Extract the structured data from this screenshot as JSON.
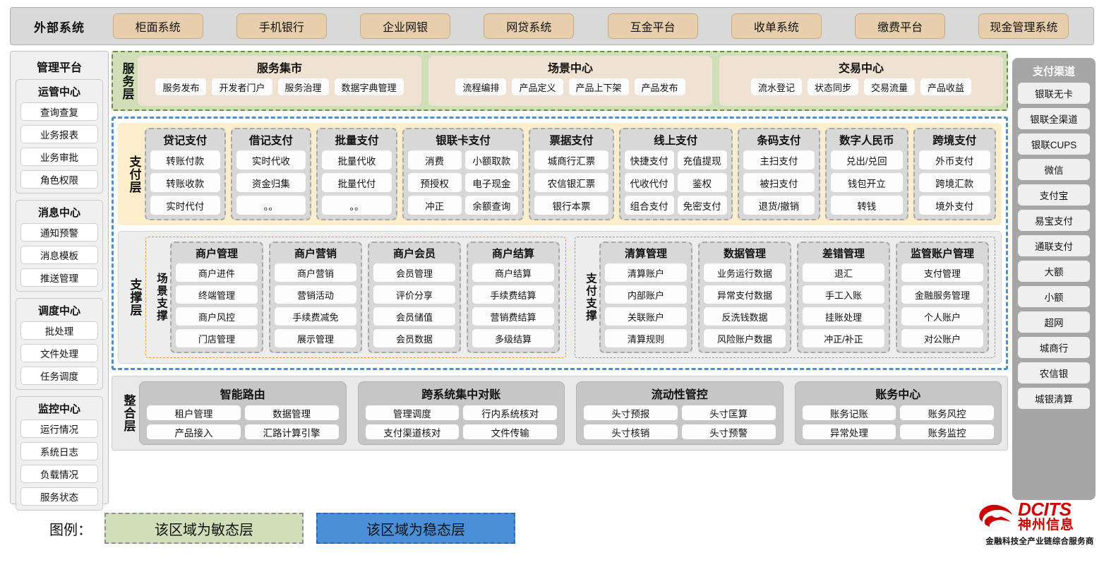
{
  "colors": {
    "agile_green": "#cfe0b8",
    "stable_blue": "#4a90d9",
    "external_chip": "#e7cfae",
    "pay_layer_bg": "#fdeecb",
    "brand_red": "#cc0000"
  },
  "external": {
    "label": "外部系统",
    "items": [
      "柜面系统",
      "手机银行",
      "企业网银",
      "网贷系统",
      "互金平台",
      "收单系统",
      "缴费平台",
      "现金管理系统"
    ]
  },
  "admin_platform": {
    "title": "管理平台",
    "groups": [
      {
        "title": "运管中心",
        "items": [
          "查询查复",
          "业务报表",
          "业务审批",
          "角色权限"
        ]
      },
      {
        "title": "消息中心",
        "items": [
          "通知预警",
          "消息模板",
          "推送管理"
        ]
      },
      {
        "title": "调度中心",
        "items": [
          "批处理",
          "文件处理",
          "任务调度"
        ]
      },
      {
        "title": "监控中心",
        "items": [
          "运行情况",
          "系统日志",
          "负载情况",
          "服务状态"
        ]
      }
    ]
  },
  "payment_channels": {
    "title": "支付渠道",
    "items": [
      "银联无卡",
      "银联全渠道",
      "银联CUPS",
      "微信",
      "支付宝",
      "易宝支付",
      "通联支付",
      "大额",
      "小额",
      "超网",
      "城商行",
      "农信银",
      "城银清算"
    ]
  },
  "service_layer": {
    "label": "服务层",
    "groups": [
      {
        "title": "服务集市",
        "items": [
          "服务发布",
          "开发者门户",
          "服务治理",
          "数据字典管理"
        ]
      },
      {
        "title": "场景中心",
        "items": [
          "流程编排",
          "产品定义",
          "产品上下架",
          "产品发布"
        ]
      },
      {
        "title": "交易中心",
        "items": [
          "流水登记",
          "状态同步",
          "交易流量",
          "产品收益"
        ]
      }
    ]
  },
  "payment_layer": {
    "label": "支付层",
    "categories": [
      {
        "title": "贷记支付",
        "columns": 1,
        "items": [
          "转账付款",
          "转账收款",
          "实时代付"
        ]
      },
      {
        "title": "借记支付",
        "columns": 1,
        "items": [
          "实时代收",
          "资金归集",
          "。。"
        ]
      },
      {
        "title": "批量支付",
        "columns": 1,
        "items": [
          "批量代收",
          "批量代付",
          "。。"
        ]
      },
      {
        "title": "银联卡支付",
        "columns": 2,
        "items": [
          "消费",
          "小额取款",
          "预授权",
          "电子现金",
          "冲正",
          "余额查询"
        ]
      },
      {
        "title": "票据支付",
        "columns": 1,
        "items": [
          "城商行汇票",
          "农信银汇票",
          "银行本票"
        ]
      },
      {
        "title": "线上支付",
        "columns": 2,
        "items": [
          "快捷支付",
          "充值提现",
          "代收代付",
          "鉴权",
          "组合支付",
          "免密支付"
        ]
      },
      {
        "title": "条码支付",
        "columns": 1,
        "items": [
          "主扫支付",
          "被扫支付",
          "退货/撤销"
        ]
      },
      {
        "title": "数字人民币",
        "columns": 1,
        "items": [
          "兑出/兑回",
          "钱包开立",
          "转钱"
        ]
      },
      {
        "title": "跨境支付",
        "columns": 1,
        "items": [
          "外币支付",
          "跨境汇款",
          "境外支付"
        ]
      }
    ]
  },
  "support_layer": {
    "label": "支撑层",
    "halves": [
      {
        "label": "场景支撑",
        "categories": [
          {
            "title": "商户管理",
            "items": [
              "商户进件",
              "终端管理",
              "商户风控",
              "门店管理"
            ]
          },
          {
            "title": "商户营销",
            "items": [
              "商户营销",
              "营销活动",
              "手续费减免",
              "展示管理"
            ]
          },
          {
            "title": "商户会员",
            "items": [
              "会员管理",
              "评价分享",
              "会员储值",
              "会员数据"
            ]
          },
          {
            "title": "商户结算",
            "items": [
              "商户结算",
              "手续费结算",
              "营销费结算",
              "多级结算"
            ]
          }
        ]
      },
      {
        "label": "支付支撑",
        "categories": [
          {
            "title": "清算管理",
            "items": [
              "清算账户",
              "内部账户",
              "关联账户",
              "清算规则"
            ]
          },
          {
            "title": "数据管理",
            "items": [
              "业务运行数据",
              "异常支付数据",
              "反洗钱数据",
              "风险账户数据"
            ]
          },
          {
            "title": "差错管理",
            "items": [
              "退汇",
              "手工入账",
              "挂账处理",
              "冲正/补正"
            ]
          },
          {
            "title": "监管账户管理",
            "items": [
              "支付管理",
              "金融服务管理",
              "个人账户",
              "对公账户"
            ]
          }
        ]
      }
    ]
  },
  "integration_layer": {
    "label": "整合层",
    "categories": [
      {
        "title": "智能路由",
        "items": [
          "租户管理",
          "数据管理",
          "产品接入",
          "汇路计算引擎"
        ]
      },
      {
        "title": "跨系统集中对账",
        "items": [
          "管理调度",
          "行内系统核对",
          "支付渠道核对",
          "文件传输"
        ]
      },
      {
        "title": "流动性管控",
        "items": [
          "头寸预报",
          "头寸匡算",
          "头寸核销",
          "头寸预警"
        ]
      },
      {
        "title": "账务中心",
        "items": [
          "账务记账",
          "账务风控",
          "异常处理",
          "账务监控"
        ]
      }
    ]
  },
  "legend": {
    "label": "图例：",
    "agile_text": "该区域为敏态层",
    "stable_text": "该区域为稳态层"
  },
  "logo": {
    "en": "DCITS",
    "cn": "神州信息",
    "tagline": "金融科技全产业链综合服务商"
  }
}
